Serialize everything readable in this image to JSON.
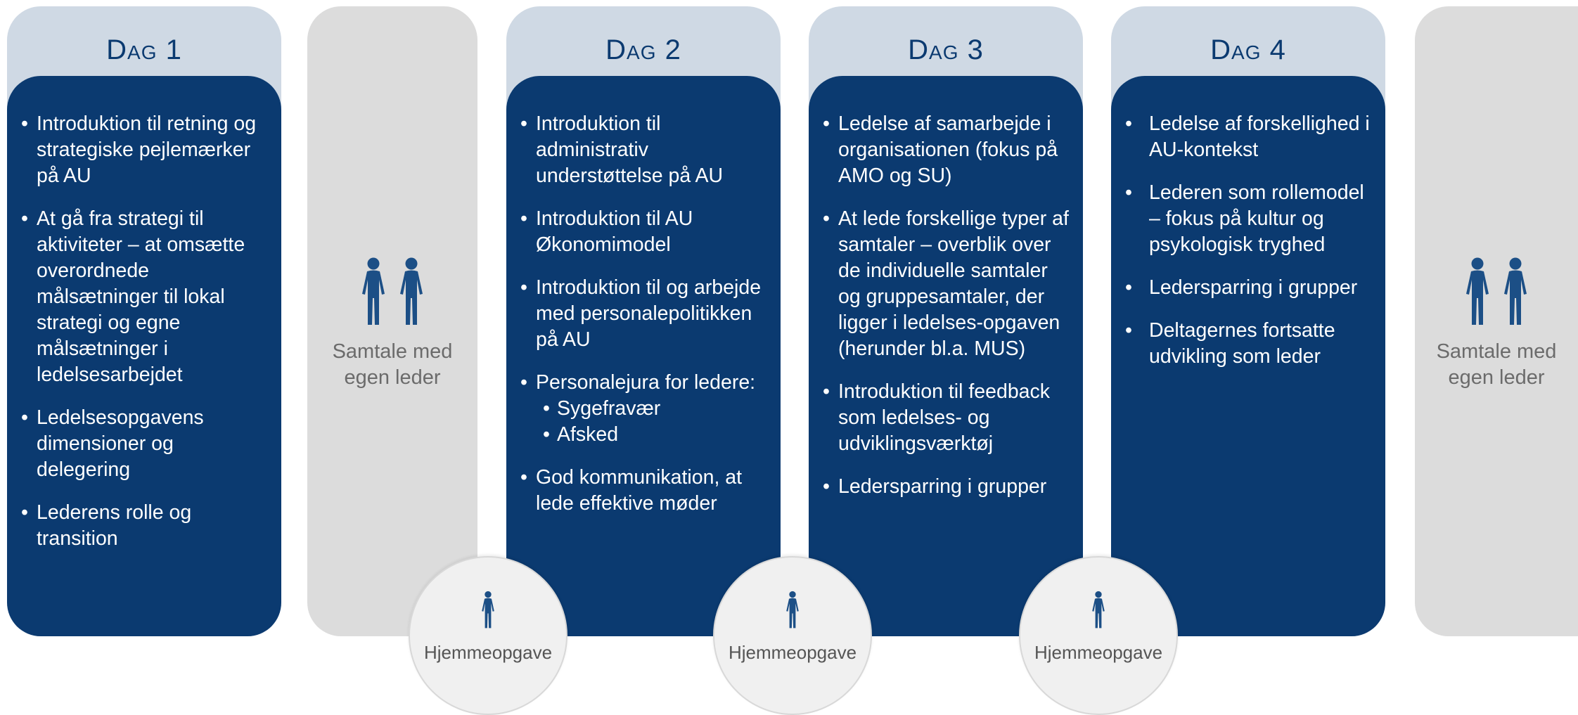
{
  "colors": {
    "navy": "#0b3a70",
    "day_header": "#cfd9e4",
    "gray_column": "#dcdcdc",
    "circle": "#f0f0f0"
  },
  "days": [
    {
      "title": "Dag 1",
      "items": [
        "Introduktion til retning og strategiske pejlemærker på AU",
        "At gå fra strategi til aktiviteter – at omsætte overordnede målsætninger til lokal strategi og egne målsætninger i ledelsesarbejdet",
        "Ledelsesopgavens dimensioner og delegering",
        "Lederens rolle og transition"
      ]
    },
    {
      "title": "Dag 2",
      "items": [
        "Introduktion til administrativ understøttelse på AU",
        "Introduktion til AU Økonomimodel",
        "Introduktion til og arbejde med personalepolitikken på AU",
        "Personalejura for ledere:",
        "God kommunikation, at lede effektive møder"
      ],
      "subitems": [
        "Sygefravær",
        "Afsked"
      ]
    },
    {
      "title": "Dag 3",
      "items": [
        "Ledelse af samarbejde i organisationen (fokus på AMO og SU)",
        "At lede forskellige typer af samtaler – overblik over de individuelle samtaler og gruppesamtaler, der ligger i ledelses-opgaven (herunder bl.a. MUS)",
        "Introduktion til feedback som ledelses- og udviklingsværktøj",
        "Ledersparring i grupper"
      ]
    },
    {
      "title": "Dag 4",
      "items": [
        "Ledelse af forskellighed i AU-kontekst",
        "Lederen som rollemodel – fokus på kultur og psykologisk tryghed",
        "Ledersparring i grupper",
        "Deltagernes fortsatte udvikling som leder"
      ]
    }
  ],
  "conversation": {
    "label": "Samtale med egen leder",
    "icon": "two-people-icon"
  },
  "homework": {
    "label": "Hjemmeopgave",
    "icon": "person-icon"
  }
}
